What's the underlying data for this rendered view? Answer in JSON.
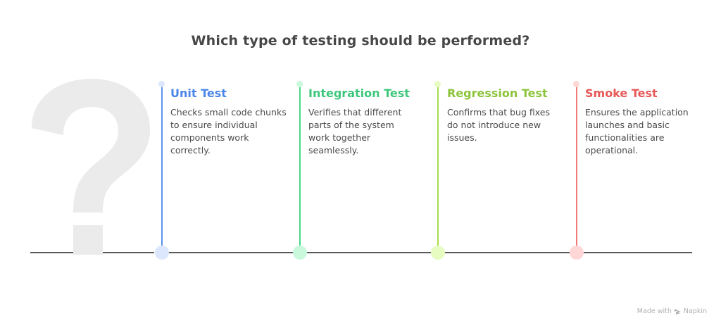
{
  "title": "Which type of testing should be performed?",
  "background_icon": "question-mark-icon",
  "colors": {
    "title": "#474747",
    "baseline": "#5a5a5a",
    "question_mark": "#ebebeb",
    "description": "#4a4a4a"
  },
  "items": [
    {
      "title": "Unit Test",
      "description": "Checks small code chunks to ensure individual components work correctly.",
      "title_color": "#4a86e8",
      "line_color": "#5b93f0",
      "dot_color": "#dce7fd"
    },
    {
      "title": "Integration Test",
      "description": "Verifies that different parts of the system work together seamlessly.",
      "title_color": "#3cc77a",
      "line_color": "#47d88b",
      "dot_color": "#c9f8dd"
    },
    {
      "title": "Regression Test",
      "description": "Confirms that bug fixes do not introduce new issues.",
      "title_color": "#8bc43a",
      "line_color": "#a8dc4a",
      "dot_color": "#e6fcc1"
    },
    {
      "title": "Smoke Test",
      "description": "Ensures the application launches and basic functionalities are operational.",
      "title_color": "#e65757",
      "line_color": "#f07878",
      "dot_color": "#ffd7d7"
    }
  ],
  "footer": {
    "made_with": "Made with",
    "brand": "Napkin",
    "icon": "napkin-logo-icon"
  }
}
